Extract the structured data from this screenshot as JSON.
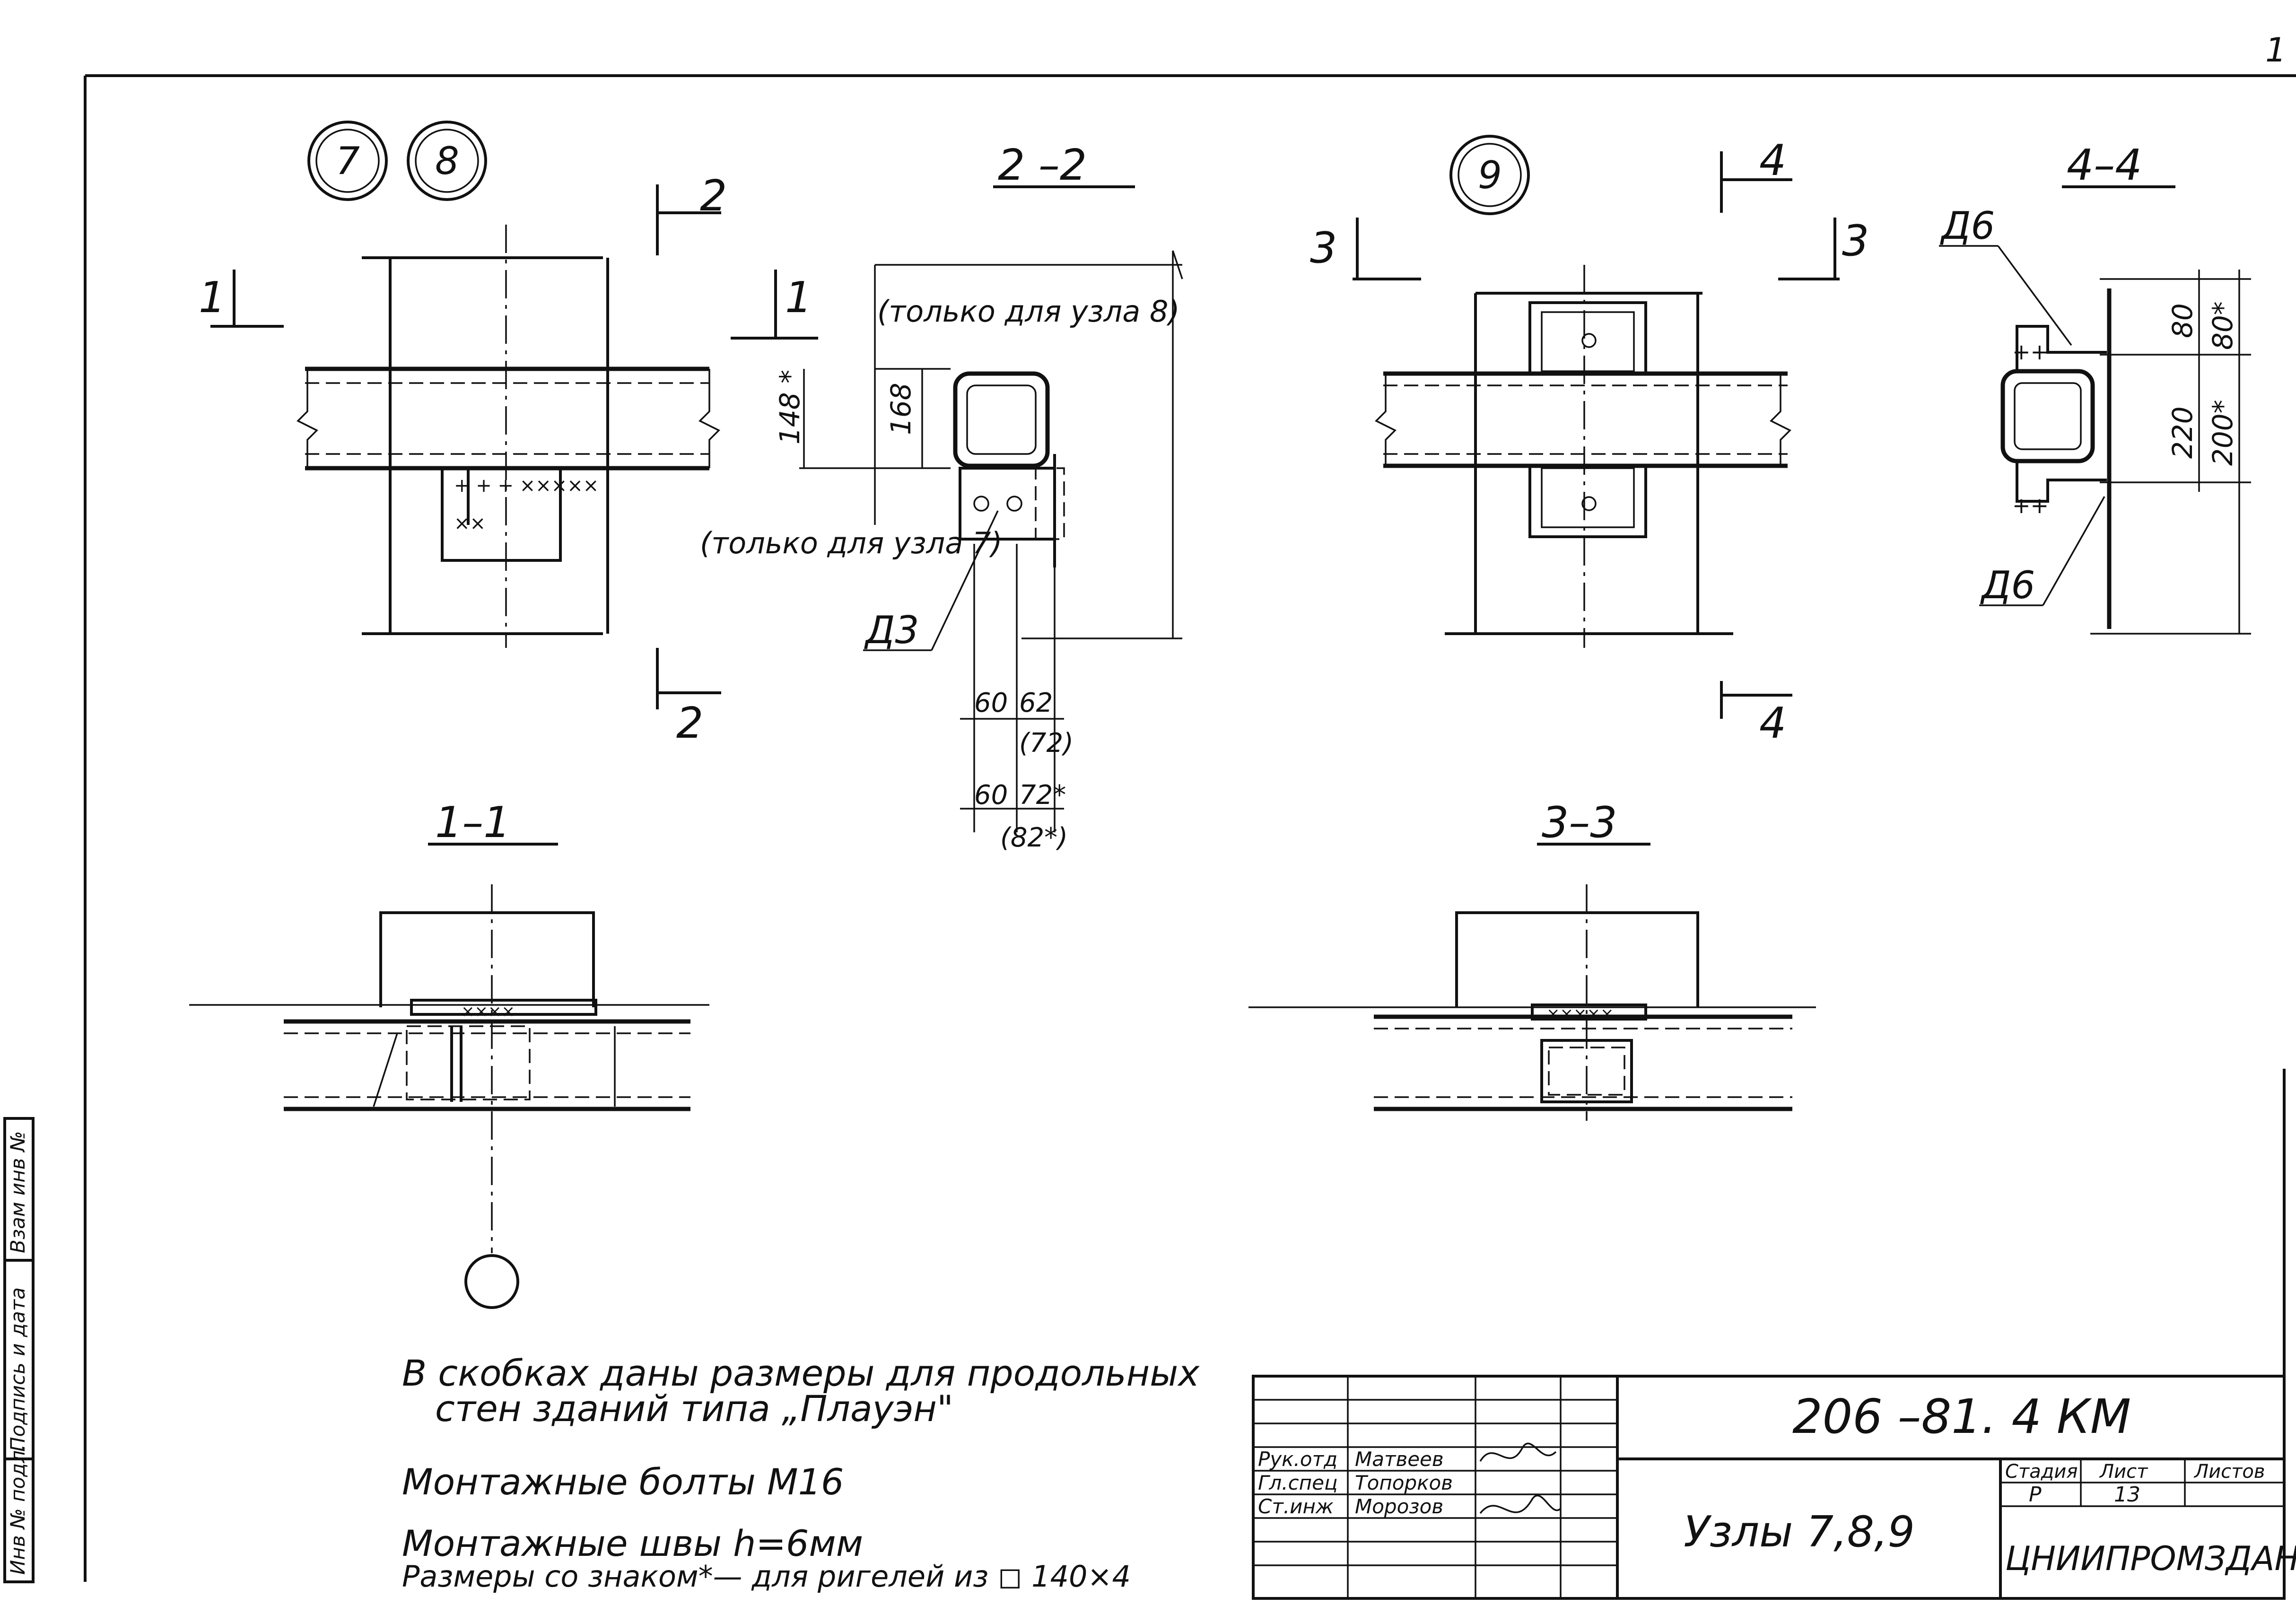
{
  "page_number": "1",
  "nodes": {
    "n7": "7",
    "n8": "8",
    "n9": "9"
  },
  "sections": {
    "s22": "2 –2",
    "s44": "4–4",
    "s11": "1–1",
    "s33": "3–3"
  },
  "cut_marks": {
    "c1": "1",
    "c2": "2",
    "c3": "3",
    "c4": "4"
  },
  "notes_22": {
    "only8": "(только для узла 8)",
    "only7": "(только для узла 7)",
    "d3": "Д3",
    "dim148": "148 *",
    "dim168": "168",
    "dim60a": "60",
    "dim62": "62",
    "dim72b": "(72)",
    "dim60b": "60",
    "dim72s": "72*",
    "dim82s": "(82*)"
  },
  "notes_44": {
    "d6a": "Д6",
    "d6b": "Д6",
    "dim80": "80",
    "dim80s": "80*",
    "dim220": "220",
    "dim200s": "200*"
  },
  "notes": [
    "В скобках даны размеры для продольных",
    "стен зданий типа „Плауэн\"",
    "Монтажные болты М16",
    "Монтажные швы h=6мм",
    "Размеры со знаком*— для ригелей из ◻ 140×4"
  ],
  "side_stamp": [
    "Инв № подл.",
    "Подпись и дата",
    "Взам инв №"
  ],
  "title_block": {
    "code": "206 –81. 4 КМ",
    "title": "Узлы 7,8,9",
    "org": "ЦНИИПРОМЗДАНИЙ",
    "headers": [
      "Стадия",
      "Лист",
      "Листов"
    ],
    "values": [
      "Р",
      "13",
      ""
    ],
    "roles": [
      {
        "role": "Рук.отд",
        "name": "Матвеев"
      },
      {
        "role": "Гл.спец",
        "name": "Топорков"
      },
      {
        "role": "Ст.инж",
        "name": "Морозов"
      }
    ]
  }
}
